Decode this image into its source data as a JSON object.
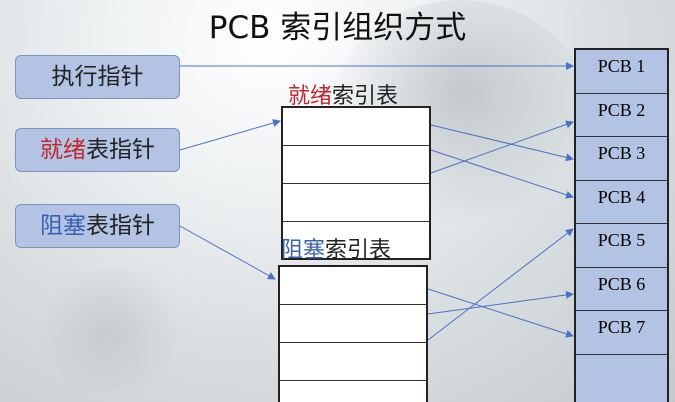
{
  "title": "PCB 索引组织方式",
  "pointers": {
    "exec": "执行指针",
    "ready_prefix": "就绪",
    "ready_suffix": "表指针",
    "blocked_prefix": "阻塞",
    "blocked_suffix": "表指针"
  },
  "ready_table": {
    "label_prefix": "就绪",
    "label_suffix": "索引表"
  },
  "blocked_table": {
    "label_prefix": "阻塞",
    "label_suffix": "索引表"
  },
  "pcb_list": [
    "PCB 1",
    "PCB 2",
    "PCB 3",
    "PCB 4",
    "PCB 5",
    "PCB 6",
    "PCB 7",
    ""
  ],
  "colors": {
    "box_fill": "#b3c3e3",
    "arrow": "#4a72c6",
    "accent_red": "#c0262b",
    "accent_blue": "#3b62b0"
  }
}
